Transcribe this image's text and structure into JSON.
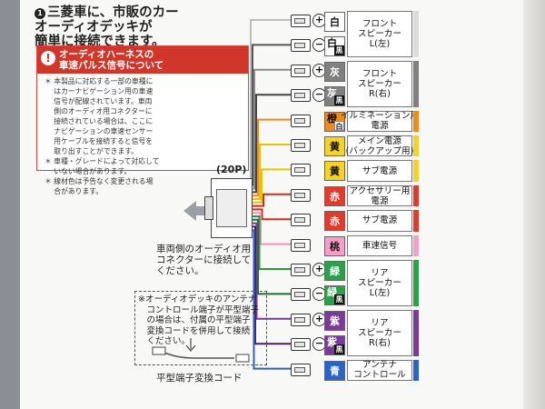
{
  "headline": {
    "number": "1",
    "lines": [
      "三菱車に、市販のカー",
      "オーディオデッキが",
      "簡単に接続できます。"
    ]
  },
  "note": {
    "title_lines": [
      "オーディオハーネスの",
      "車速パルス信号について"
    ],
    "warn_icon": "!",
    "body_lines": [
      "＊ 本製品に対応する一部の車種に",
      "　 はカーナビゲーション用の車速",
      "　 信号が配線されています。車両",
      "　 側のオーディオ用コネクターに",
      "　 接続されている場合は、ここに",
      "　 ナビゲーションの車速センサー",
      "　 用ケーブルを接続すると信号を",
      "　 取り出すことができます。",
      "＊ 車種・グレードによって対応して",
      "　 いない場合があります。",
      "＊ 線材色は予告なく変更される場",
      "　 合があります。"
    ]
  },
  "harness": {
    "pin_label": "(20P)"
  },
  "vehicle_hint": [
    "車両側のオーディオ用",
    "コネクターに接続して",
    "ください。"
  ],
  "antenna_note": {
    "lines": [
      "※オーディオデッキのアンテナ",
      "　コントロール端子が平型端子",
      "　の場合は、付属の平型端子",
      "　変換コードを併用して接続",
      "　ください。"
    ],
    "converter_label": "平型端子変換コード"
  },
  "rows": [
    {
      "color_text": "白",
      "sub": "",
      "sign": "+",
      "bg": "#ffffff",
      "wire": "#bbbbbb",
      "label": [
        "フロント",
        "スピーカー",
        "L(左)"
      ],
      "label_span": 2
    },
    {
      "color_text": "白",
      "sub": "黒",
      "sign": "−",
      "bg": "#ffffff",
      "wire": "#555555"
    },
    {
      "color_text": "灰",
      "sub": "",
      "sign": "+",
      "bg": "#808080",
      "wire": "#888888",
      "label": [
        "フロント",
        "スピーカー",
        "R(右)"
      ],
      "label_span": 2
    },
    {
      "color_text": "灰",
      "sub": "黒",
      "sign": "−",
      "bg": "#808080",
      "wire": "#444444"
    },
    {
      "color_text": "橙",
      "sub": "白",
      "sign": "",
      "bg": "#f08a1c",
      "wire": "#f08a1c",
      "label": [
        "イルミネーション用",
        "電源"
      ],
      "label_span": 1
    },
    {
      "color_text": "黄",
      "sub": "",
      "sign": "",
      "bg": "#f4d22a",
      "wire": "#e6c200",
      "label": [
        "メイン電源",
        "(バックアップ用)"
      ],
      "label_span": 1
    },
    {
      "color_text": "黄",
      "sub": "",
      "sign": "",
      "bg": "#f4d22a",
      "wire": "#e6c200",
      "label": [
        "サブ電源"
      ],
      "label_span": 1
    },
    {
      "color_text": "赤",
      "sub": "",
      "sign": "",
      "bg": "#e23a2c",
      "wire": "#d42a20",
      "label": [
        "アクセサリー用",
        "電源"
      ],
      "label_span": 1
    },
    {
      "color_text": "赤",
      "sub": "",
      "sign": "",
      "bg": "#e23a2c",
      "wire": "#d42a20",
      "label": [
        "サブ電源"
      ],
      "label_span": 1
    },
    {
      "color_text": "桃",
      "sub": "",
      "sign": "",
      "bg": "#f3a0c8",
      "wire": "#f08fc0",
      "label": [
        "車速信号"
      ],
      "label_span": 1
    },
    {
      "color_text": "緑",
      "sub": "",
      "sign": "+",
      "bg": "#2aa04a",
      "wire": "#2a9a40",
      "label": [
        "リア",
        "スピーカー",
        "L(左)"
      ],
      "label_span": 2
    },
    {
      "color_text": "緑",
      "sub": "黒",
      "sign": "−",
      "bg": "#2aa04a",
      "wire": "#1f6e30"
    },
    {
      "color_text": "紫",
      "sub": "",
      "sign": "+",
      "bg": "#7a3a9a",
      "wire": "#7a3a9a",
      "label": [
        "リア",
        "スピーカー",
        "R(右)"
      ],
      "label_span": 2
    },
    {
      "color_text": "紫",
      "sub": "黒",
      "sign": "−",
      "bg": "#7a3a9a",
      "wire": "#4a2060"
    },
    {
      "color_text": "青",
      "sub": "",
      "sign": "",
      "bg": "#2a64c8",
      "wire": "#2a64c8",
      "label": [
        "アンテナ",
        "コントロール"
      ],
      "label_span": 1
    }
  ]
}
